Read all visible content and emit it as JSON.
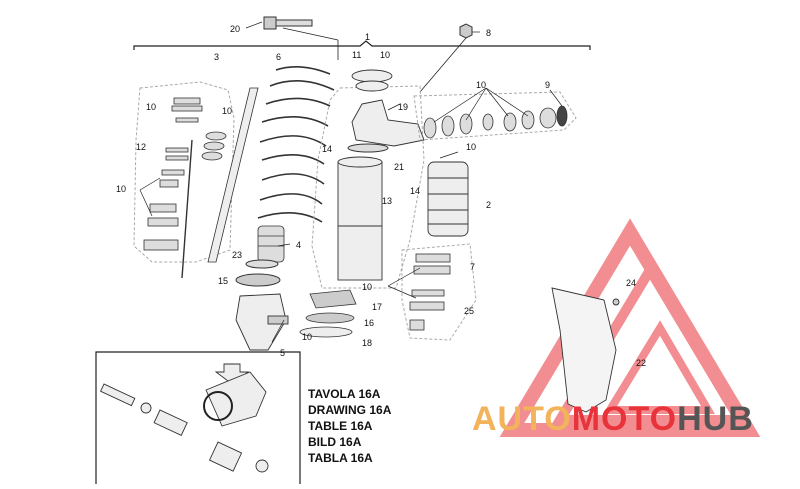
{
  "callouts": {
    "c1": "1",
    "c2": "2",
    "c3": "3",
    "c4": "4",
    "c5": "5",
    "c6": "6",
    "c7": "7",
    "c8": "8",
    "c9": "9",
    "c10": "10",
    "c11": "11",
    "c12": "12",
    "c13": "13",
    "c14": "14",
    "c15": "15",
    "c16": "16",
    "c17": "17",
    "c18": "18",
    "c19": "19",
    "c20": "20",
    "c21": "21",
    "c22": "22",
    "c23": "23",
    "c24": "24",
    "c25": "25"
  },
  "reference_table": [
    {
      "word": "TAVOLA",
      "code": "16A"
    },
    {
      "word": "DRAWING",
      "code": "16A"
    },
    {
      "word": "TABLE",
      "code": "16A"
    },
    {
      "word": "BILD",
      "code": "16A"
    },
    {
      "word": "TABLA",
      "code": "16A"
    }
  ],
  "watermark": {
    "part1": "AUTO",
    "part2": "MOTO",
    "part3": "HUB"
  },
  "colors": {
    "watermark_orange": "#f2b35a",
    "watermark_red": "#e8333a",
    "watermark_gray": "#555555"
  }
}
